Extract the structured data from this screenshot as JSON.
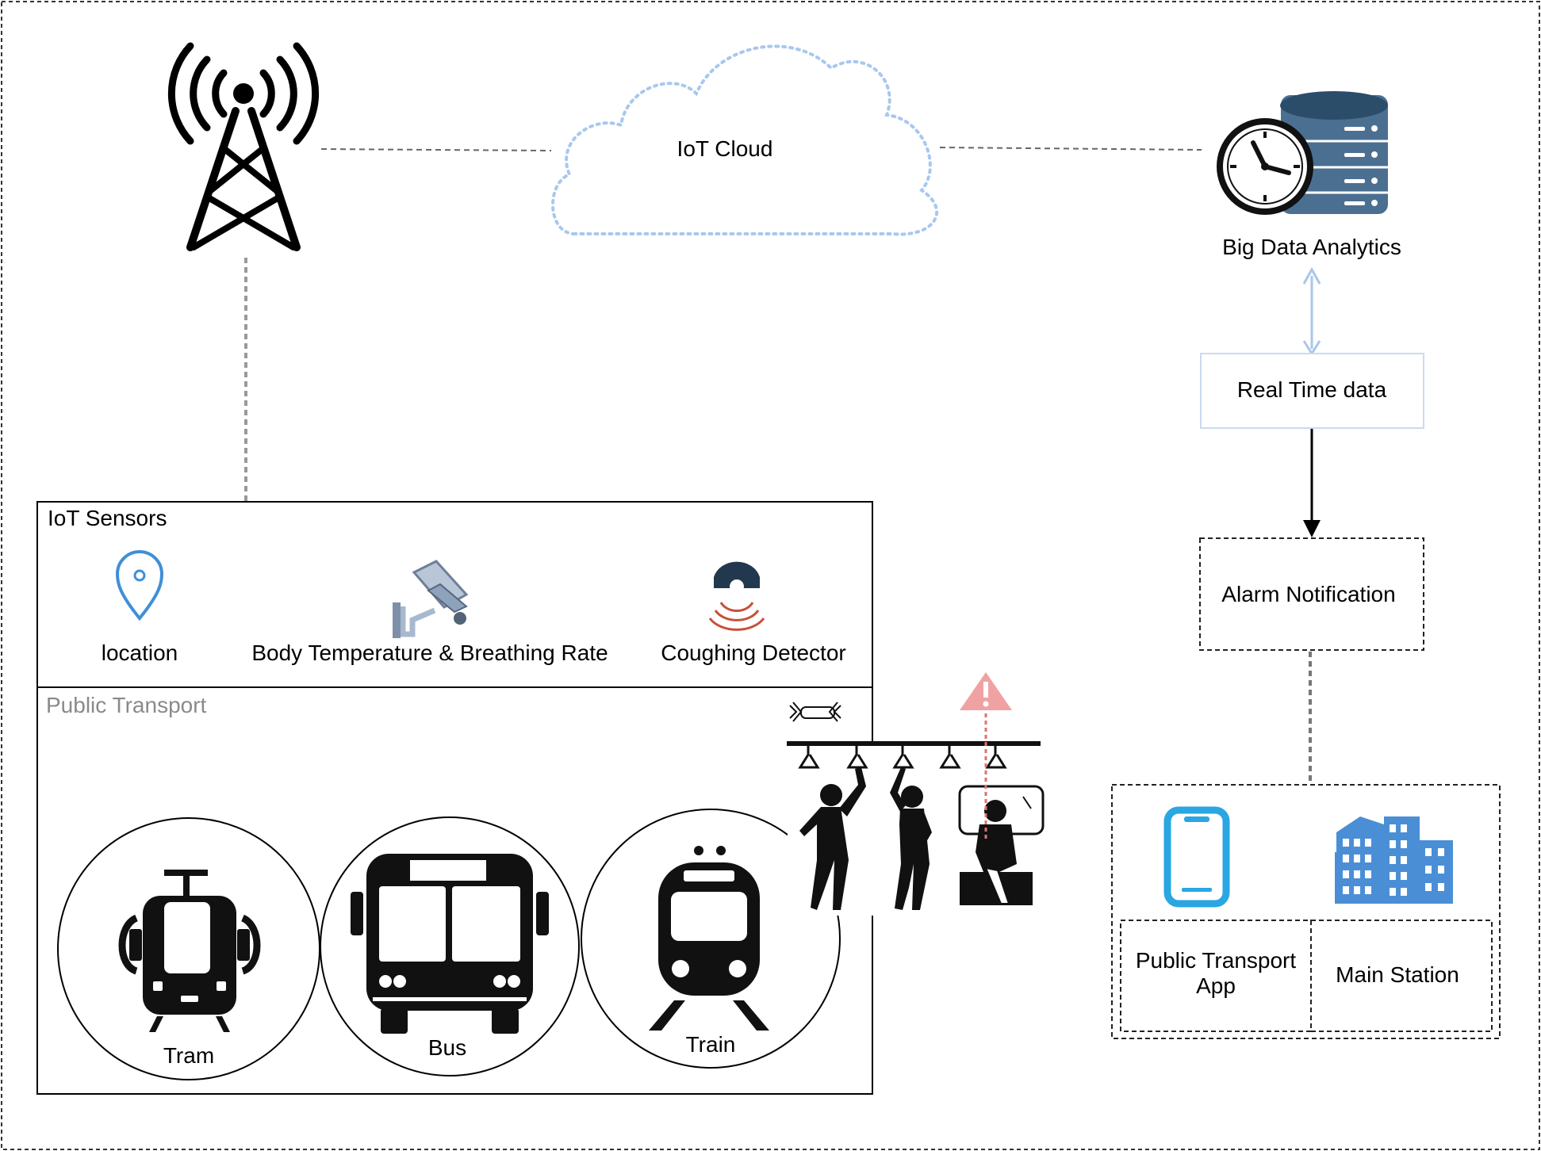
{
  "cloud": {
    "label": "IoT Cloud",
    "stroke_color": "#a8c8ee"
  },
  "analytics": {
    "label": "Big Data Analytics",
    "db_color": "#4b6f91",
    "icon": "database-clock-icon"
  },
  "tower": {
    "icon": "antenna-tower-icon"
  },
  "realtime": {
    "label": "Real Time data",
    "border_color": "#c9dbf1"
  },
  "alarm": {
    "label": "Alarm Notification"
  },
  "outputs": {
    "app": {
      "label_line1": "Public Transport",
      "label_line2": "App",
      "icon": "phone-icon",
      "color": "#2aa6e2"
    },
    "station": {
      "label": "Main Station",
      "icon": "building-icon",
      "color": "#4a8fd6"
    }
  },
  "sensors": {
    "title": "IoT Sensors",
    "items": [
      {
        "label": "location",
        "icon": "location-pin-icon"
      },
      {
        "label": "Body Temperature & Breathing Rate",
        "icon": "camera-sensor-icon"
      },
      {
        "label": "Coughing Detector",
        "icon": "cough-detector-icon"
      }
    ]
  },
  "transport": {
    "title": "Public Transport",
    "vehicles": [
      {
        "label": "Tram",
        "icon": "tram-icon"
      },
      {
        "label": "Bus",
        "icon": "bus-icon"
      },
      {
        "label": "Train",
        "icon": "train-icon"
      }
    ],
    "scene_icon": "passengers-scene-icon",
    "warning_color": "#f0a2a3"
  }
}
